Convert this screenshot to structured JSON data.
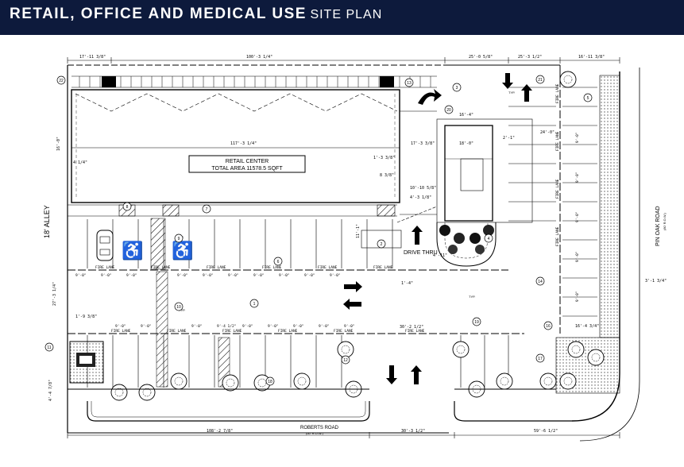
{
  "header": {
    "title_main": "RETAIL, OFFICE AND MEDICAL USE",
    "title_sub": "SITE PLAN"
  },
  "colors": {
    "banner_bg": "#0d1a3c",
    "banner_text": "#ffffff",
    "ink": "#000000"
  },
  "plan": {
    "retail_center_name": "RETAIL CENTER",
    "retail_center_area": "TOTAL AREA 11578.5 SQFT",
    "west_street": "18' ALLEY",
    "east_street": "PIN OAK ROAD",
    "east_street_note": "(80' R.O.W.)",
    "south_street": "ROBERTS ROAD",
    "south_street_note": "(60' R.O.W.)",
    "drive_thru": "DRIVE THRU",
    "fire_lane": "FIRE LANE",
    "typ": "TYP.",
    "dims": {
      "top_left": "17'-11 3/8\"",
      "top_main": "100'-3 1/4\"",
      "top_mid": "25'-0 5/8\"",
      "top_right1": "25'-3 1/2\"",
      "top_right2": "16'-11 3/8\"",
      "building_width": "117'-3 1/4\"",
      "building_depth": "16'-0\"",
      "left_small": "4 1/4\"",
      "bottom_left": "108'-2 7/8\"",
      "bottom_mid": "30'-3 1/2\"",
      "bottom_right": "59'-6 1/2\"",
      "aisle_mid": "30'-2 1/2\"",
      "stall": "9'-0\"",
      "stall_alt": "9'-4 1/2\"",
      "dt_1": "10'-10 5/8\"",
      "dt_2": "4'-3 1/8\"",
      "dt_3": "17'-3 3/8\"",
      "dt_4": "1'-3 3/8\"",
      "dt_5": "8 3/8\"",
      "dt_6": "4'-11\"",
      "dt_7": "18'-0\"",
      "dt_8": "16'-4\"",
      "right_1": "24'-0\"",
      "right_2": "2'-1\"",
      "right_3": "3'-1 3/4\"",
      "right_4": "16'-4 3/4\"",
      "left_1": "1'-9 3/8\"",
      "left_2": "4'-4 7/8\"",
      "left_3": "1'-4\"",
      "left_4": "11'-1\"",
      "left_5": "27'-3 1/4\""
    },
    "tags": [
      "1",
      "2",
      "3",
      "4",
      "5",
      "6",
      "7",
      "8",
      "9",
      "10",
      "11",
      "12",
      "13",
      "14",
      "16",
      "17",
      "18",
      "19",
      "20",
      "21",
      "22"
    ]
  }
}
